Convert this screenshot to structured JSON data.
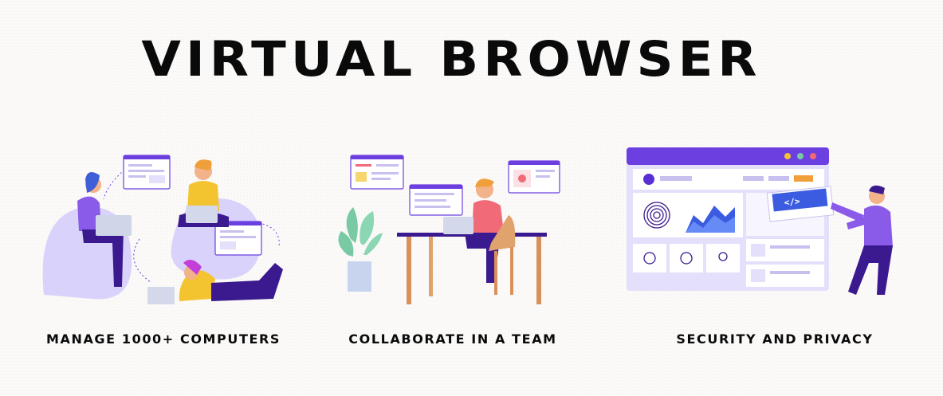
{
  "title": "VIRTUAL BROWSER",
  "features": [
    {
      "caption": "MANAGE 1000+ COMPUTERS",
      "icon": "team-with-laptops-illustration"
    },
    {
      "caption": "COLLABORATE IN A TEAM",
      "icon": "person-at-desk-illustration"
    },
    {
      "caption": "SECURITY AND PRIVACY",
      "icon": "security-dashboard-illustration"
    }
  ],
  "illustration_text": {
    "code_tag": "</>"
  },
  "colors": {
    "purple": "#6b3fe0",
    "light_purple": "#d9d2fb",
    "navy": "#3b1a8f",
    "yellow": "#f4c430",
    "coral": "#f06a78",
    "green_plant": "#78c9a4",
    "wood": "#d9905b",
    "text": "#0a0a0a"
  }
}
